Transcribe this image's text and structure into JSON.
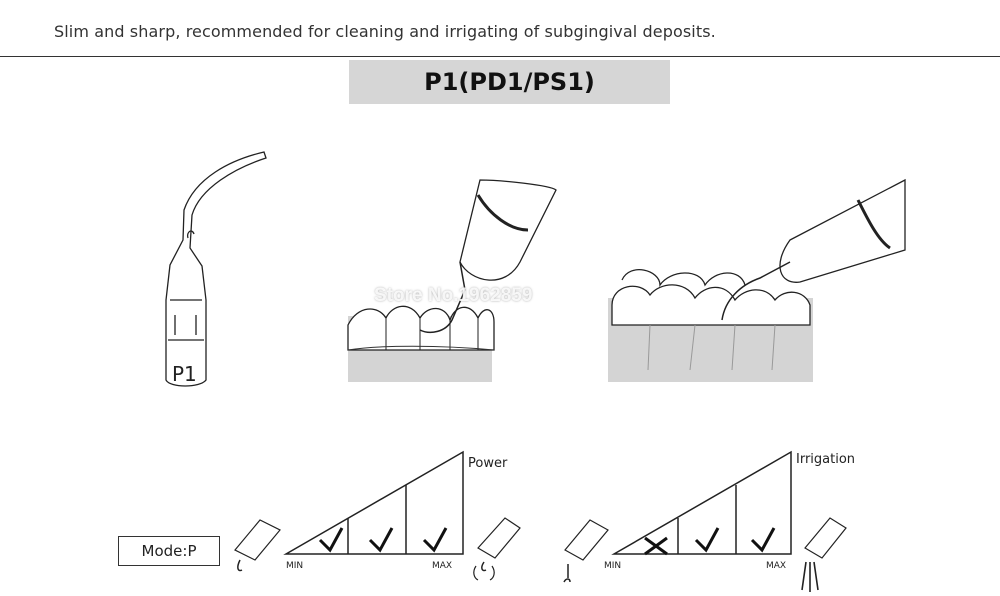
{
  "header": {
    "subtitle": "Slim and sharp, recommended for cleaning and irrigating of subgingival deposits.",
    "title": "P1(PD1/PS1)"
  },
  "tip": {
    "label": "P1"
  },
  "watermark": "Store No.1962859",
  "mode": {
    "label": "Mode:P"
  },
  "power_chart": {
    "label": "Power",
    "min_label": "MIN",
    "max_label": "MAX",
    "steps": [
      "check",
      "check",
      "check"
    ]
  },
  "irrigation_chart": {
    "label": "Irrigation",
    "min_label": "MIN",
    "max_label": "MAX",
    "steps": [
      "cross",
      "check",
      "check"
    ]
  }
}
